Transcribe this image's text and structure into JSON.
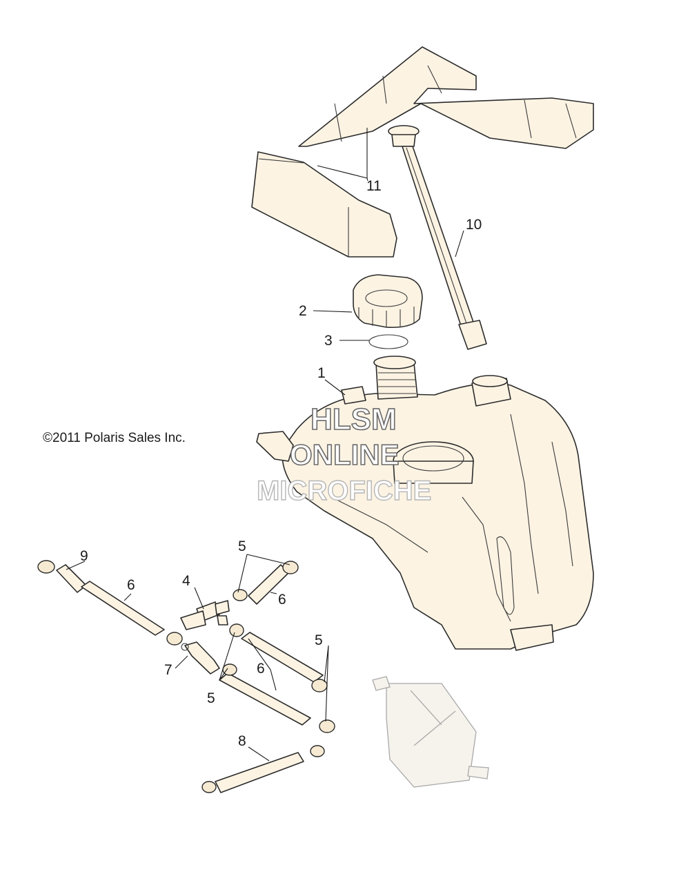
{
  "copyright": "©2011  Polaris Sales Inc.",
  "watermark": {
    "line1": "HLSM",
    "line2": "ONLINE",
    "line3": "MICROFICHE"
  },
  "callouts": {
    "c1": "1",
    "c2": "2",
    "c3": "3",
    "c4": "4",
    "c5a": "5",
    "c5b": "5",
    "c5c": "5",
    "c6a": "6",
    "c6b": "6",
    "c6c": "6",
    "c7": "7",
    "c8": "8",
    "c9": "9",
    "c10": "10",
    "c11": "11"
  },
  "colors": {
    "line": "#2b2b2b",
    "part_fill": "#fcf3e3",
    "faint_part": "#a9a9a9"
  }
}
